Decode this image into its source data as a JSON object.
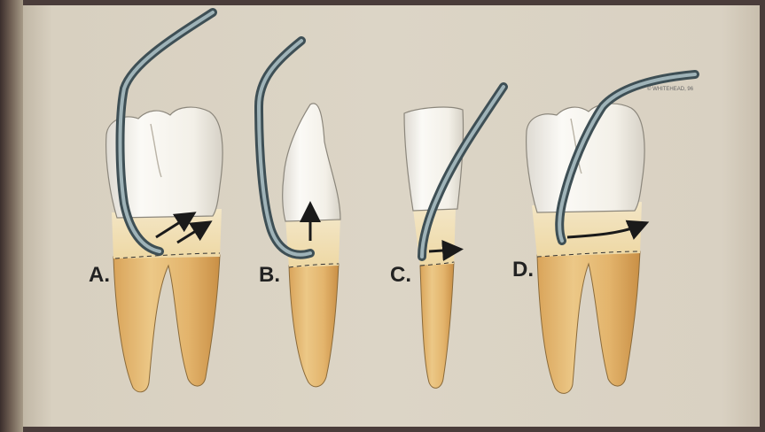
{
  "panels": [
    {
      "label": "A."
    },
    {
      "label": "B."
    },
    {
      "label": "C."
    },
    {
      "label": "D."
    }
  ],
  "credit": "© WHITEHEAD, 96",
  "colors": {
    "enamel": "#f4f1ea",
    "root": "#e2b46a",
    "root_light": "#ecd29c",
    "instrument": "#5d7278",
    "arrow": "#1a1a1a",
    "label": "#222222"
  }
}
